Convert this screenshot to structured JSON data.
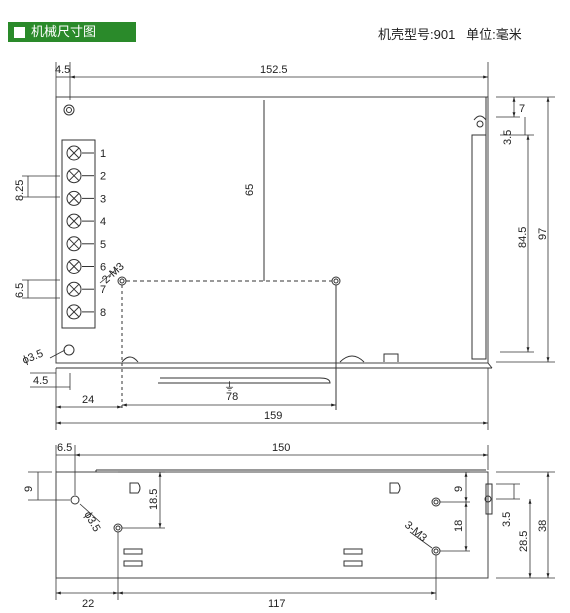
{
  "header": {
    "section_title": "机械尺寸图",
    "case_model_label": "机壳型号:",
    "case_model_value": "901",
    "unit_label": "单位:",
    "unit_value": "毫米"
  },
  "top_view": {
    "width_total": "152.5",
    "offset_left": "4.5",
    "hole_to_top": "65",
    "height_right_outer": "97",
    "height_right_inner": "84.5",
    "right_top_gap": "7",
    "right_top_hole": "3.5",
    "terminal_pitch": "8.25",
    "terminal_edge": "6.5",
    "terminals": [
      "1",
      "2",
      "3",
      "4",
      "5",
      "6",
      "7",
      "8"
    ],
    "mount_label": "2-M3",
    "hole_dia": "ϕ3.5",
    "bottom_offset": "4.5",
    "dim_24": "24",
    "dim_78": "78",
    "dim_159": "159",
    "ground_symbol": "⏚"
  },
  "side_view": {
    "width_total": "150",
    "offset_left": "6.5",
    "height_left": "9",
    "hole_dia": "ϕ3.5",
    "dim_18_5": "18.5",
    "dim_9_right": "9",
    "dim_18": "18",
    "mount_label": "3-M3",
    "right_hole": "3.5",
    "dim_28_5": "28.5",
    "height_total": "38",
    "dim_22": "22",
    "dim_117": "117"
  }
}
